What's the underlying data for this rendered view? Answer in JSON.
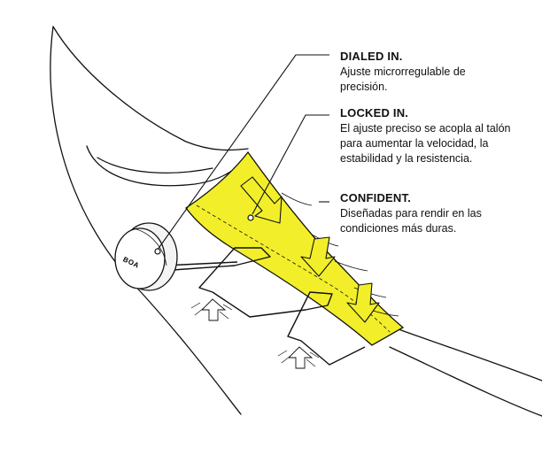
{
  "callouts": [
    {
      "title": "DIALED IN.",
      "text": "Ajuste microrregulable de precisión."
    },
    {
      "title": "LOCKED IN.",
      "text": "El ajuste preciso se acopla al talón para aumentar la velocidad, la estabilidad y la resistencia."
    },
    {
      "title": "CONFIDENT.",
      "text": "Diseñadas para rendir en las condiciones más duras."
    }
  ],
  "dial_label": "BOA",
  "colors": {
    "highlight": "#f2ef2a",
    "ink": "#111111"
  }
}
